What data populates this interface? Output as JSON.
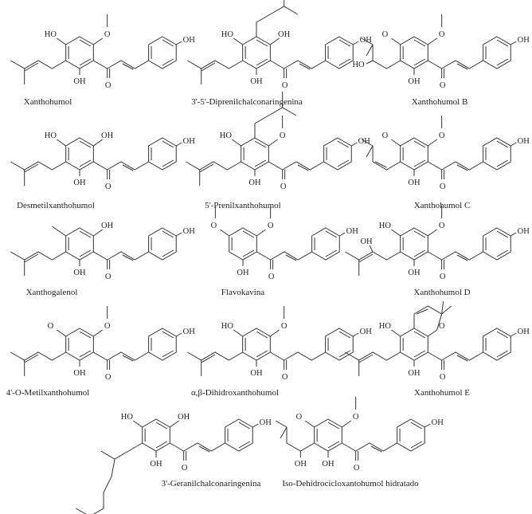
{
  "compounds": [
    {
      "name": "Xanthohumol",
      "tl": "HO",
      "tr": "O",
      "bottom": "OH",
      "carbonyl": "O",
      "b_para": "OH",
      "left": "prenyl",
      "top": "none",
      "tr_methoxy": true,
      "extras": []
    },
    {
      "name": "3'-5'-Diprenilchalconaringenina",
      "tl": "HO",
      "tr": "OH",
      "bottom": "OH",
      "carbonyl": "O",
      "b_para": "OH",
      "left": "prenyl",
      "top": "prenyl",
      "tr_methoxy": false,
      "extras": []
    },
    {
      "name": "Xanthohumol B",
      "tl": "O",
      "tr": "O",
      "bottom": "OH",
      "carbonyl": "O",
      "b_para": "OH",
      "left": "chroman-oh",
      "top": "none",
      "tr_methoxy": true,
      "extras": [
        "HO"
      ]
    },
    {
      "name": "Desmetilxanthohumol",
      "tl": "HO",
      "tr": "OH",
      "bottom": "OH",
      "carbonyl": "O",
      "b_para": "OH",
      "left": "prenyl",
      "top": "none",
      "tr_methoxy": false,
      "extras": []
    },
    {
      "name": "5'-Prenilxanthohumol",
      "tl": "HO",
      "tr": "O",
      "bottom": "OH",
      "carbonyl": "O",
      "b_para": "OH",
      "left": "prenyl",
      "top": "prenyl",
      "tr_methoxy": true,
      "extras": []
    },
    {
      "name": "Xanthohumol C",
      "tl": "O",
      "tr": "O",
      "bottom": "OH",
      "carbonyl": "O",
      "b_para": "OH",
      "left": "chromene",
      "top": "none",
      "tr_methoxy": true,
      "extras": []
    },
    {
      "name": "Xanthogalenol",
      "tl": "",
      "tr": "OH",
      "bottom": "OH",
      "carbonyl": "O",
      "b_para": "OH",
      "left": "prenyl",
      "top": "none",
      "tr_methoxy": false,
      "extras": []
    },
    {
      "name": "Flavokavina",
      "tl": "O",
      "tr": "O",
      "bottom": "OH",
      "carbonyl": "O",
      "b_para": "OH",
      "left": "none",
      "top": "none",
      "tr_methoxy": true,
      "extras": []
    },
    {
      "name": "Xanthohumol D",
      "tl": "HO",
      "tr": "O",
      "bottom": "OH",
      "carbonyl": "O",
      "b_para": "OH",
      "left": "hydroxyprenyl",
      "top": "none",
      "tr_methoxy": true,
      "extras": [
        "OH"
      ]
    },
    {
      "name": "4'-O-Metilxanthohumol",
      "tl": "O",
      "tr": "O",
      "bottom": "OH",
      "carbonyl": "O",
      "b_para": "OH",
      "left": "prenyl",
      "top": "none",
      "tr_methoxy": true,
      "extras": []
    },
    {
      "name": "α,β-Dihidroxanthohumol",
      "tl": "HO",
      "tr": "O",
      "bottom": "OH",
      "carbonyl": "O",
      "b_para": "OH",
      "left": "prenyl",
      "top": "none",
      "tr_methoxy": true,
      "saturated": true,
      "extras": []
    },
    {
      "name": "Xanthohumol E",
      "tl": "HO",
      "tr": "O",
      "bottom": "OH",
      "carbonyl": "O",
      "b_para": "OH",
      "left": "prenyl",
      "top": "chromene",
      "tr_methoxy": false,
      "extras": []
    },
    {
      "name": "3'-Geranilchalconaringenina",
      "tl": "HO",
      "tr": "OH",
      "bottom": "OH",
      "carbonyl": "O",
      "b_para": "OH",
      "left": "geranyl",
      "top": "none",
      "tr_methoxy": false,
      "extras": []
    },
    {
      "name": "Iso-Dehidrocicloxantohumol hidratado",
      "tl": "O",
      "tr": "O",
      "bottom": "OH",
      "carbonyl": "O",
      "b_para": "OH",
      "left": "chroman-oh-low",
      "top": "none",
      "tr_methoxy": true,
      "extras": [
        "OH"
      ]
    }
  ]
}
